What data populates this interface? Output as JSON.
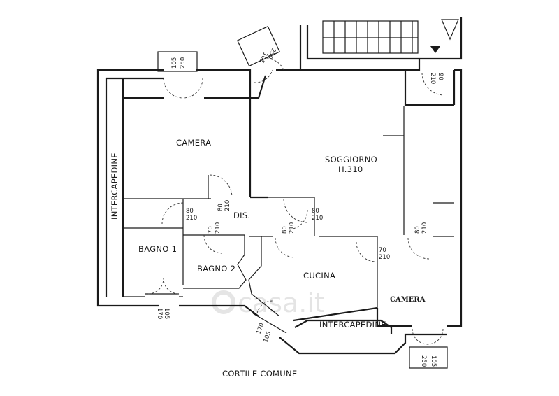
{
  "rooms": {
    "camera_nw": "CAMERA",
    "soggiorno": "SOGGIORNO",
    "soggiorno_height": "H.310",
    "dis": "DIS.",
    "bagno1": "BAGNO 1",
    "bagno2": "BAGNO 2",
    "cucina": "CUCINA",
    "camera_se": "CAMERA",
    "intercapedine_west": "INTERCAPEDINE",
    "intercapedine_south": "INTERCAPEDINE",
    "cortile": "CORTILE COMUNE"
  },
  "dimensions": {
    "win_camera_n": [
      "105",
      "250"
    ],
    "win_soggiorno_n": [
      "105",
      "250"
    ],
    "door_ne": [
      "90",
      "210"
    ],
    "door_camera_dis": [
      "80",
      "210"
    ],
    "door_dis_left": [
      "80",
      "210"
    ],
    "door_dis_right": [
      "80",
      "210"
    ],
    "door_bagno2": [
      "70",
      "210"
    ],
    "door_cucina": [
      "80",
      "210"
    ],
    "door_camera_se_a": [
      "70",
      "210"
    ],
    "door_camera_se_b": [
      "80",
      "210"
    ],
    "win_bagno1": [
      "105",
      "170"
    ],
    "win_cucina": [
      "170",
      "105"
    ],
    "win_camera_se": [
      "250",
      "105"
    ]
  },
  "watermark": "casa.it"
}
